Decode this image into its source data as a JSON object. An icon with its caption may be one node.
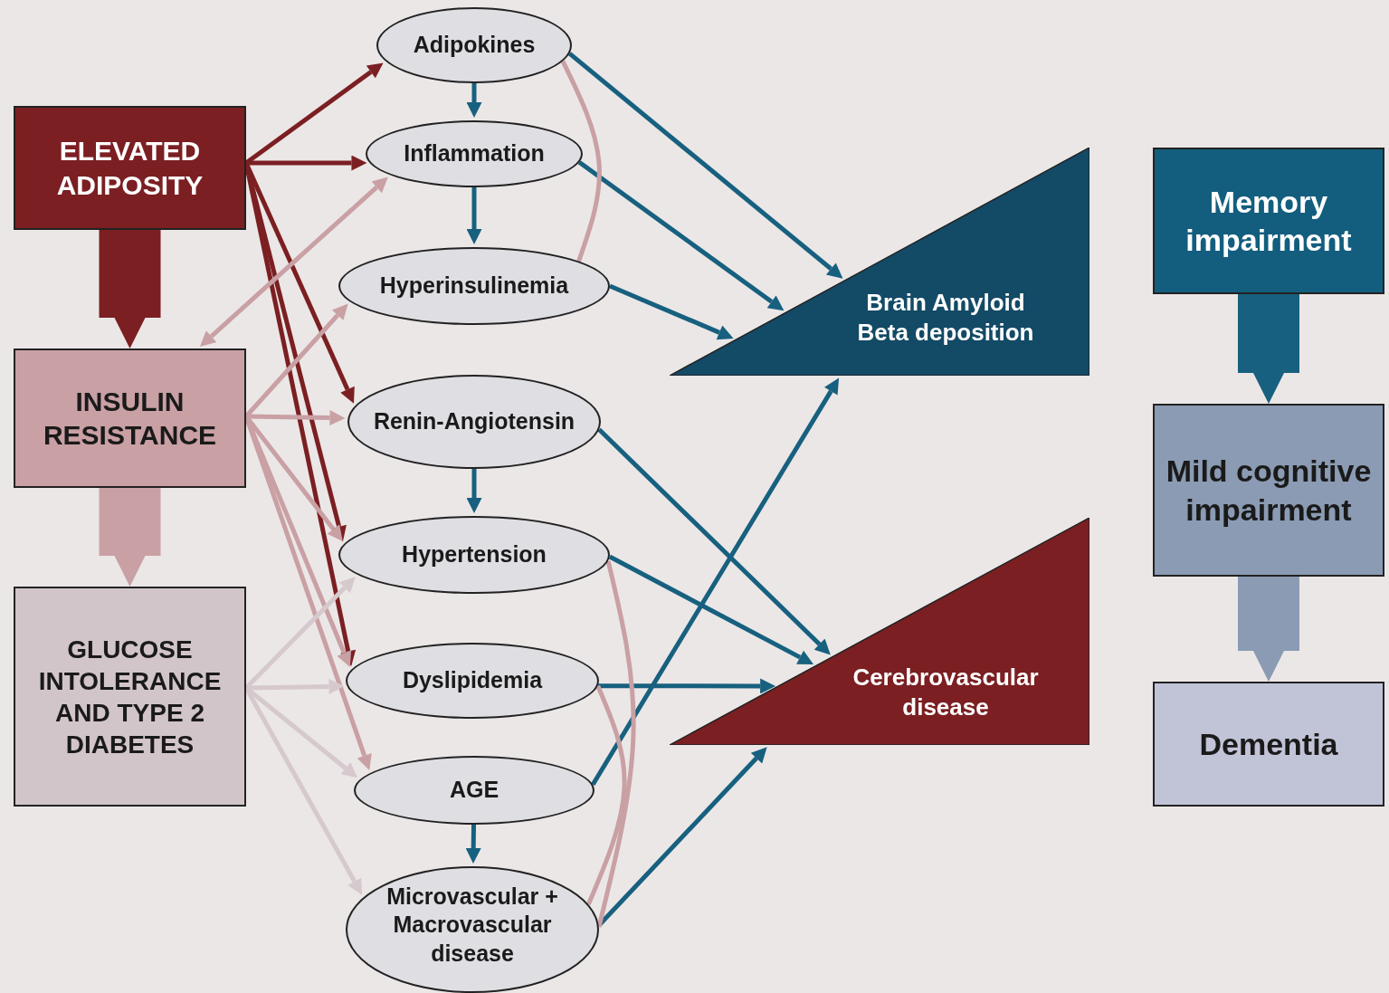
{
  "diagram": {
    "nodes": [
      {
        "text": [
          "ELEVATED ADIPOSITY"
        ]
      },
      {
        "text": [
          "INSULIN RESISTANCE"
        ]
      },
      {
        "text": [
          "GLUCOSE INTOLERANCE AND TYPE 2 DIABETES"
        ]
      },
      {
        "text": [
          "Adipokines"
        ]
      },
      {
        "text": [
          "Inflammation"
        ]
      },
      {
        "text": [
          "Hyperinsulinemia"
        ]
      },
      {
        "text": [
          "Renin-Angiotensin"
        ]
      },
      {
        "text": [
          "Hypertension"
        ]
      },
      {
        "text": [
          "Dyslipidemia"
        ]
      },
      {
        "text": [
          "AGE"
        ]
      },
      {
        "text": [
          "Microvascular + Macrovascular disease"
        ]
      },
      {
        "text": [
          "Brain Amyloid Beta deposition"
        ]
      },
      {
        "text": [
          "Cerebrovascular disease"
        ]
      },
      {
        "text": [
          "Memory impairment"
        ]
      },
      {
        "text": [
          "Mild cognitive impairment"
        ]
      },
      {
        "text": [
          "Dementia"
        ]
      }
    ],
    "edges": [
      {
        "from": 0,
        "to": 1,
        "arrow": "to",
        "style": "thick",
        "color": "#7b1f22"
      },
      {
        "from": 1,
        "to": 2,
        "arrow": "to",
        "style": "thick",
        "color": "#c9a0a4"
      },
      {
        "from": 13,
        "to": 14,
        "arrow": "to",
        "style": "thick"
      },
      {
        "from": 14,
        "to": 15,
        "arrow": "to",
        "style": "thick",
        "color": "#8a9bb3"
      },
      {
        "from": 0,
        "to": 3,
        "arrow": "to",
        "color": "#7b1f22"
      },
      {
        "from": 0,
        "to": 4,
        "arrow": "to",
        "color": "#7b1f22"
      },
      {
        "from": 0,
        "to": 6,
        "arrow": "to",
        "color": "#7b1f22"
      },
      {
        "from": 0,
        "to": 7,
        "arrow": "to",
        "color": "#7b1f22"
      },
      {
        "from": 0,
        "to": 8,
        "arrow": "to",
        "color": "#7b1f22"
      },
      {
        "from": 4,
        "to": 1,
        "arrow": "both",
        "color": "#c9a0a4"
      },
      {
        "from": 1,
        "to": 5,
        "arrow": "to",
        "color": "#c9a0a4"
      },
      {
        "from": 1,
        "to": 6,
        "arrow": "to",
        "color": "#c9a0a4"
      },
      {
        "from": 1,
        "to": 7,
        "arrow": "to",
        "color": "#c9a0a4"
      },
      {
        "from": 1,
        "to": 8,
        "arrow": "to",
        "color": "#c9a0a4"
      },
      {
        "from": 1,
        "to": 9,
        "arrow": "to",
        "color": "#c9a0a4"
      },
      {
        "from": 2,
        "to": 7,
        "arrow": "to",
        "color": "#d6c9cd"
      },
      {
        "from": 2,
        "to": 8,
        "arrow": "to",
        "color": "#d6c9cd"
      },
      {
        "from": 2,
        "to": 9,
        "arrow": "to",
        "color": "#d6c9cd"
      },
      {
        "from": 2,
        "to": 10,
        "arrow": "to",
        "color": "#d6c9cd"
      },
      {
        "from": 3,
        "to": 4,
        "arrow": "to"
      },
      {
        "from": 4,
        "to": 5,
        "arrow": "to"
      },
      {
        "from": 6,
        "to": 7,
        "arrow": "to"
      },
      {
        "from": 9,
        "to": 10,
        "arrow": "to"
      },
      {
        "from": 3,
        "to": 11,
        "arrow": "to"
      },
      {
        "from": 4,
        "to": 11,
        "arrow": "to"
      },
      {
        "from": 5,
        "to": 11,
        "arrow": "to"
      },
      {
        "from": 6,
        "to": 12,
        "arrow": "to"
      },
      {
        "from": 7,
        "to": 12,
        "arrow": "to"
      },
      {
        "from": 8,
        "to": 12,
        "arrow": "to"
      },
      {
        "from": 9,
        "to": 11,
        "arrow": "to"
      },
      {
        "from": 10,
        "to": 12,
        "arrow": "to"
      },
      {
        "from": 3,
        "to": 5,
        "arrow": "none",
        "color": "#c9a0a4"
      },
      {
        "from": 7,
        "to": 10,
        "arrow": "none",
        "color": "#c9a0a4"
      },
      {
        "from": 8,
        "to": 10,
        "arrow": "none",
        "color": "#c9a0a4"
      }
    ]
  }
}
